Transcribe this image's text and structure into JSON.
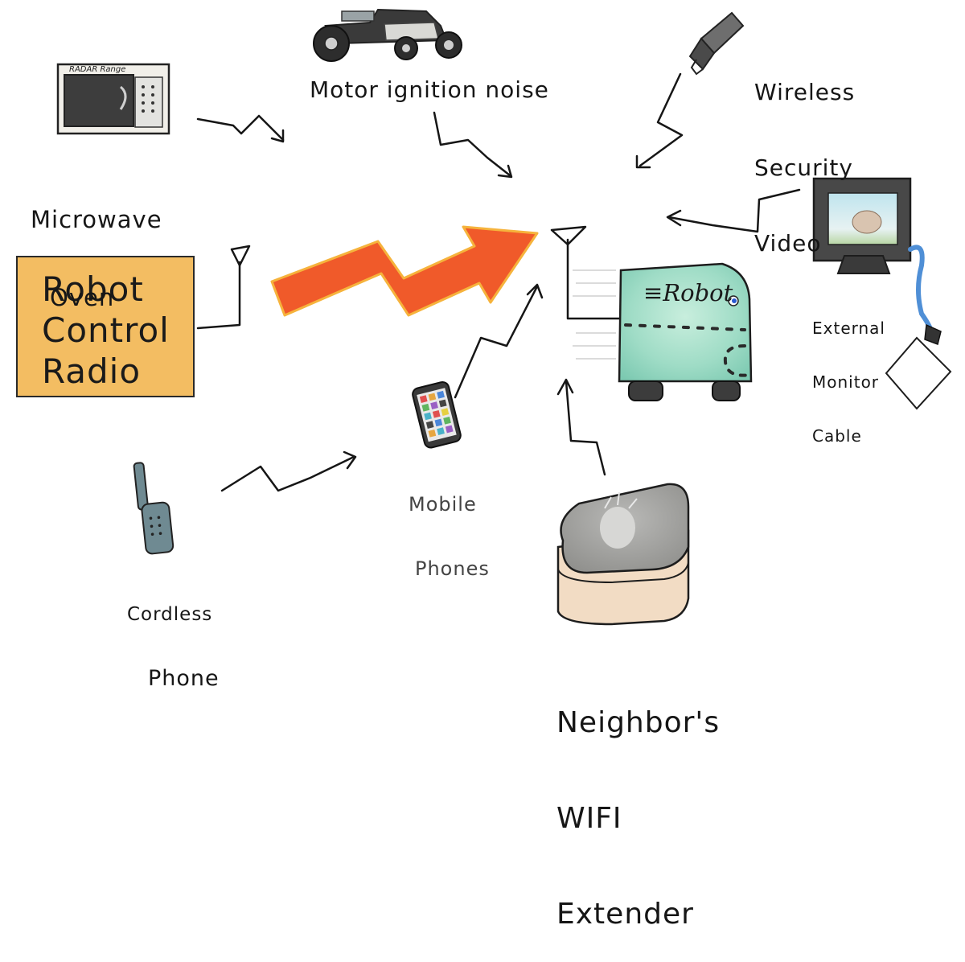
{
  "diagram": {
    "robot_control_radio": [
      "Robot",
      "Control",
      "Radio"
    ],
    "robot_label": "≡Robot",
    "microwave": {
      "lines": [
        "Microwave",
        "Oven"
      ],
      "display_text": "RADAR Range"
    },
    "motor_noise": "Motor ignition noise",
    "wireless_video": [
      "Wireless",
      "Security",
      "Video"
    ],
    "external_monitor": [
      "External",
      "Monitor",
      "Cable"
    ],
    "mobile_phones": [
      "Mobile",
      "Phones"
    ],
    "cordless_phone": [
      "Cordless",
      "Phone"
    ],
    "wifi_extender": [
      "Neighbor's",
      "WIFI",
      "Extender"
    ]
  },
  "colors": {
    "signal_arrow": "#f05a2a",
    "signal_arrow_outline": "#f6b33c",
    "radio_fill": "#f3bd62",
    "robot_fill": "#8fd3be",
    "ink": "#161616"
  },
  "icons": [
    "microwave-icon",
    "car-icon",
    "camera-icon",
    "monitor-icon",
    "antenna-icon",
    "robot-icon",
    "mobile-phone-icon",
    "cordless-phone-icon",
    "wifi-extender-icon"
  ]
}
